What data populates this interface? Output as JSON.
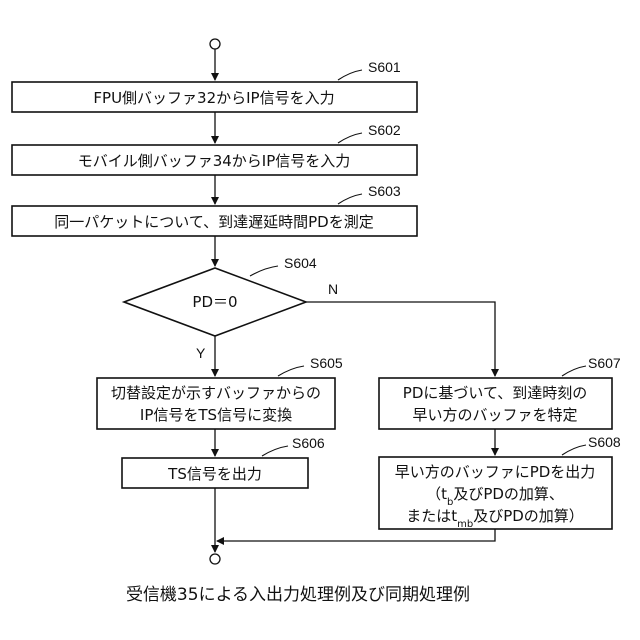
{
  "diagram": {
    "caption": "受信機35による入出力処理例及び同期処理例",
    "yes_label": "Y",
    "no_label": "N",
    "steps": [
      {
        "id": "S601",
        "lines": [
          "FPU側バッファ32からIP信号を入力"
        ]
      },
      {
        "id": "S602",
        "lines": [
          "モバイル側バッファ34からIP信号を入力"
        ]
      },
      {
        "id": "S603",
        "lines": [
          "同一パケットについて、到達遅延時間PDを測定"
        ]
      },
      {
        "id": "S604",
        "lines": [
          "PD＝0"
        ]
      },
      {
        "id": "S605",
        "lines": [
          "切替設定が示すバッファからの",
          "IP信号をTS信号に変換"
        ]
      },
      {
        "id": "S606",
        "lines": [
          "TS信号を出力"
        ]
      },
      {
        "id": "S607",
        "lines": [
          "PDに基づいて、到達時刻の",
          "早い方のバッファを特定"
        ]
      },
      {
        "id": "S608",
        "lines": [
          "早い方のバッファにPDを出力"
        ],
        "sub_line1": {
          "pre": "（t",
          "sub": "b",
          "post": "及びPDの加算、"
        },
        "sub_line2": {
          "pre": "またはt",
          "sub": "mb",
          "post": "及びPDの加算）"
        }
      }
    ]
  }
}
